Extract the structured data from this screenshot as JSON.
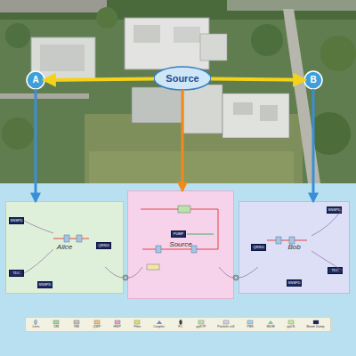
{
  "diagram": {
    "nodes": [
      {
        "text": [
          "A"
        ]
      },
      {
        "text": [
          "Source"
        ]
      },
      {
        "text": [
          "B"
        ]
      },
      {
        "text": [
          "Alice"
        ]
      },
      {
        "text": [
          "SNSPD"
        ],
        "in": 3
      },
      {
        "text": [
          "TDC"
        ],
        "in": 3
      },
      {
        "text": [
          "SNSPD"
        ],
        "in": 3
      },
      {
        "text": [
          "QRNG"
        ],
        "in": 3
      },
      {
        "text": [
          "Source"
        ]
      },
      {
        "text": [
          "PUMP"
        ],
        "in": 8
      },
      {
        "text": [
          "Bob"
        ]
      },
      {
        "text": [
          "QRNG"
        ],
        "in": 10
      },
      {
        "text": [
          "TDC"
        ],
        "in": 10
      },
      {
        "text": [
          "SNSPD"
        ],
        "in": 10
      },
      {
        "text": [
          "SNSPD"
        ],
        "in": 10
      }
    ],
    "edges": [
      {
        "from": 1,
        "to": 0,
        "arrow": "to"
      },
      {
        "from": 1,
        "to": 2,
        "arrow": "to"
      },
      {
        "from": 0,
        "to": 3,
        "arrow": "to"
      },
      {
        "from": 1,
        "to": 8,
        "arrow": "to"
      },
      {
        "from": 2,
        "to": 10,
        "arrow": "to"
      }
    ],
    "legend": [
      {
        "text": "Lens"
      },
      {
        "text": "DM"
      },
      {
        "text": "RM"
      },
      {
        "text": "QWP"
      },
      {
        "text": "HWP"
      },
      {
        "text": "Filter"
      },
      {
        "text": "Coupler"
      },
      {
        "text": "FC"
      },
      {
        "text": "ppKTP"
      },
      {
        "text": "Pockels cell"
      },
      {
        "text": "PBS"
      },
      {
        "text": "WDM"
      },
      {
        "text": "ppLN"
      },
      {
        "text": "Beam Dump"
      }
    ]
  }
}
